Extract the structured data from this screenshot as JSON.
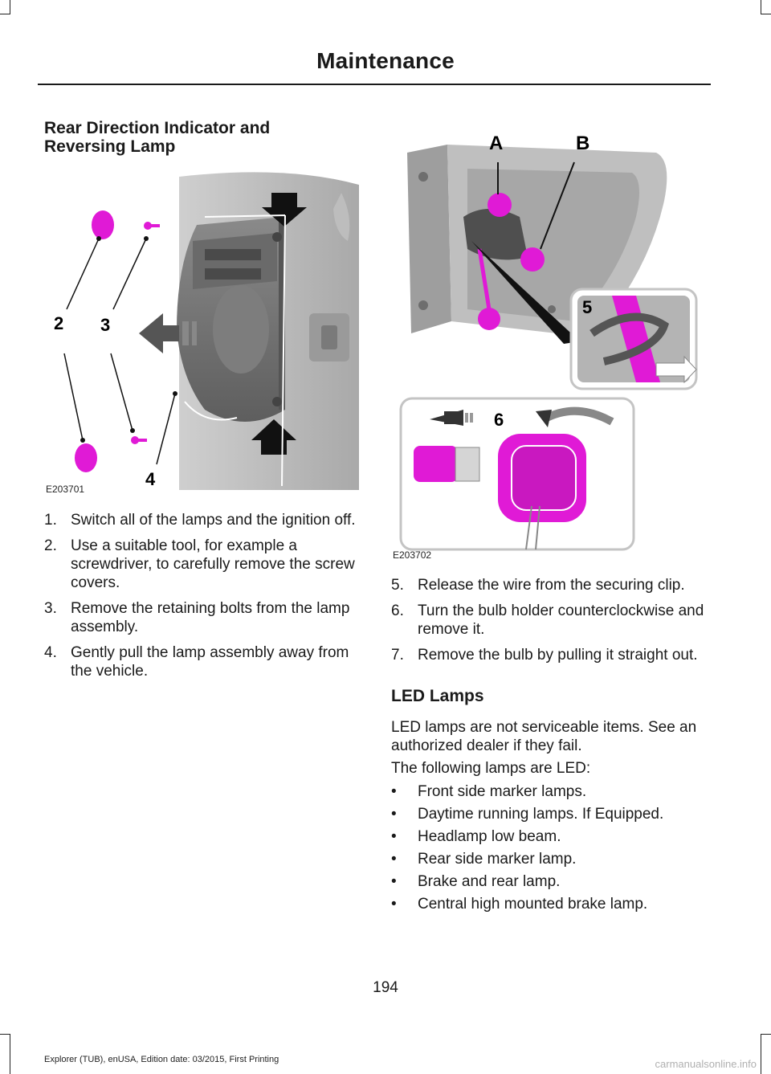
{
  "header": {
    "title": "Maintenance"
  },
  "section": {
    "title_line1": "Rear Direction Indicator and",
    "title_line2": "Reversing Lamp"
  },
  "figure1": {
    "code": "E203701",
    "callouts": [
      "2",
      "3",
      "4"
    ]
  },
  "figure2": {
    "code": "E203702",
    "callouts": [
      "A",
      "B",
      "5",
      "6"
    ]
  },
  "steps_left": [
    {
      "num": "1.",
      "text": "Switch all of the lamps and the ignition off."
    },
    {
      "num": "2.",
      "text": "Use a suitable tool, for example a screwdriver, to carefully remove the screw covers."
    },
    {
      "num": "3.",
      "text": "Remove the retaining bolts from the lamp assembly."
    },
    {
      "num": "4.",
      "text": "Gently pull the lamp assembly away from the vehicle."
    }
  ],
  "steps_right": [
    {
      "num": "5.",
      "text": "Release the wire from the securing clip."
    },
    {
      "num": "6.",
      "text": "Turn the bulb holder counterclockwise and remove it."
    },
    {
      "num": "7.",
      "text": "Remove the bulb by pulling it straight out."
    }
  ],
  "led": {
    "heading": "LED Lamps",
    "para1": "LED lamps are not serviceable items. See an authorized dealer if they fail.",
    "para2": "The following lamps are LED:",
    "bullet": "•",
    "items": [
      "Front side marker lamps.",
      "Daytime running lamps. If Equipped.",
      "Headlamp low beam.",
      "Rear side marker lamp.",
      "Brake and rear lamp.",
      "Central high mounted brake lamp."
    ]
  },
  "page_number": "194",
  "footer": "Explorer (TUB), enUSA, Edition date: 03/2015, First Printing",
  "watermark": "carmanualsonline.info",
  "colors": {
    "highlight": "#e01ad6",
    "gray": "#b9b9b9",
    "dark": "#1a1a1a"
  }
}
